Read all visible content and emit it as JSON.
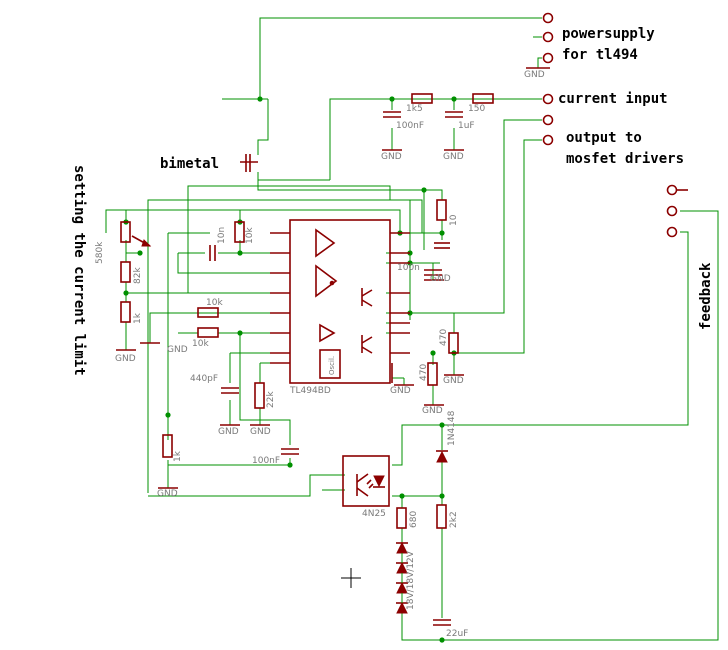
{
  "labels": {
    "powersupply": "powersupply",
    "for_tl494": "for tl494",
    "current_input": "current input",
    "output_to": "output to",
    "mosfet_drivers": "mosfet drivers",
    "bimetal": "bimetal",
    "setting_current_limit": "setting the current limit",
    "feedback": "feedback"
  },
  "parts": {
    "r_1k5": "1k5",
    "r_150": "150",
    "c_100nf_top": "100nF",
    "c_1uf": "1uF",
    "gnd": "GND",
    "r_10_top": "10",
    "c_100n_mid": "100n",
    "r_10k_a": "10k",
    "r_10k_b": "10k",
    "r_10k_v1": "10k",
    "c_10n": "10n",
    "pot_580k": "580k",
    "r_82k": "82k",
    "r_1k_left": "1k",
    "c_440pf": "440pF",
    "r_22k": "22k",
    "ic_name": "TL494BD",
    "osc": "Oscil.",
    "r_470_a": "470",
    "r_470_b": "470",
    "diode_1n4148": "1N4148",
    "c_100nf_bot": "100nF",
    "opto_4n25": "4N25",
    "r_680": "680",
    "r_2k2": "2k2",
    "zener_stack": "18V/18V/12V",
    "c_22uf": "22uF",
    "r_1k_bottom": "1k"
  }
}
